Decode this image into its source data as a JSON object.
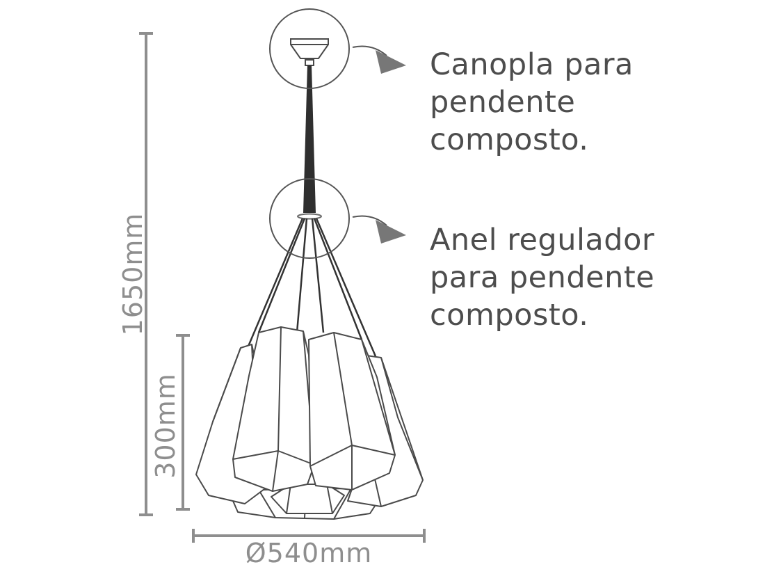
{
  "dimensions": {
    "total_height": "1650mm",
    "shade_height": "300mm",
    "diameter": "Ø540mm"
  },
  "callouts": {
    "canopy": {
      "lines": [
        "Canopla para",
        "pendente",
        "composto."
      ]
    },
    "ring": {
      "lines": [
        "Anel regulador",
        "para pendente",
        "composto."
      ]
    }
  },
  "colors": {
    "dimension_line": "#8e8e8e",
    "drawing_line": "#4a4a4a",
    "cable": "#2f2f2f",
    "arrow": "#777777",
    "callout_text": "#4d4d4d"
  }
}
